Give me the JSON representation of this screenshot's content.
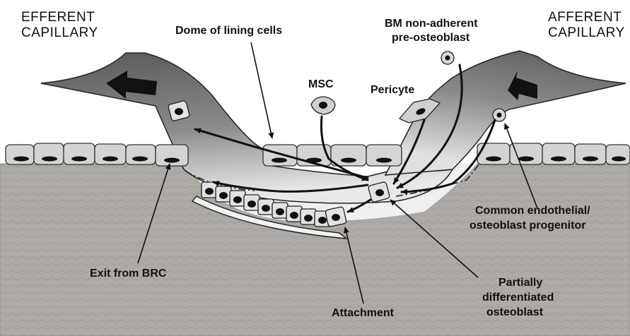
{
  "labels": {
    "efferent_line1": "EFFERENT",
    "efferent_line2": "CAPILLARY",
    "afferent_line1": "AFFERENT",
    "afferent_line2": "CAPILLARY",
    "dome": "Dome of lining cells",
    "bm_line1": "BM non-adherent",
    "bm_line2": "pre-osteoblast",
    "msc": "MSC",
    "pericyte": "Pericyte",
    "common_line1": "Common endothelial/",
    "common_line2": "osteoblast progenitor",
    "exit": "Exit from BRC",
    "attachment": "Attachment",
    "partial_line1": "Partially",
    "partial_line2": "differentiated",
    "partial_line3": "osteoblast"
  },
  "colors": {
    "bone": "#aeaaa5",
    "capillary_dark": "#5e5e5e",
    "capillary_light": "#e6e6e6",
    "lining_cell": "#d4d4d4",
    "nucleus": "#111111",
    "text": "#111111"
  }
}
